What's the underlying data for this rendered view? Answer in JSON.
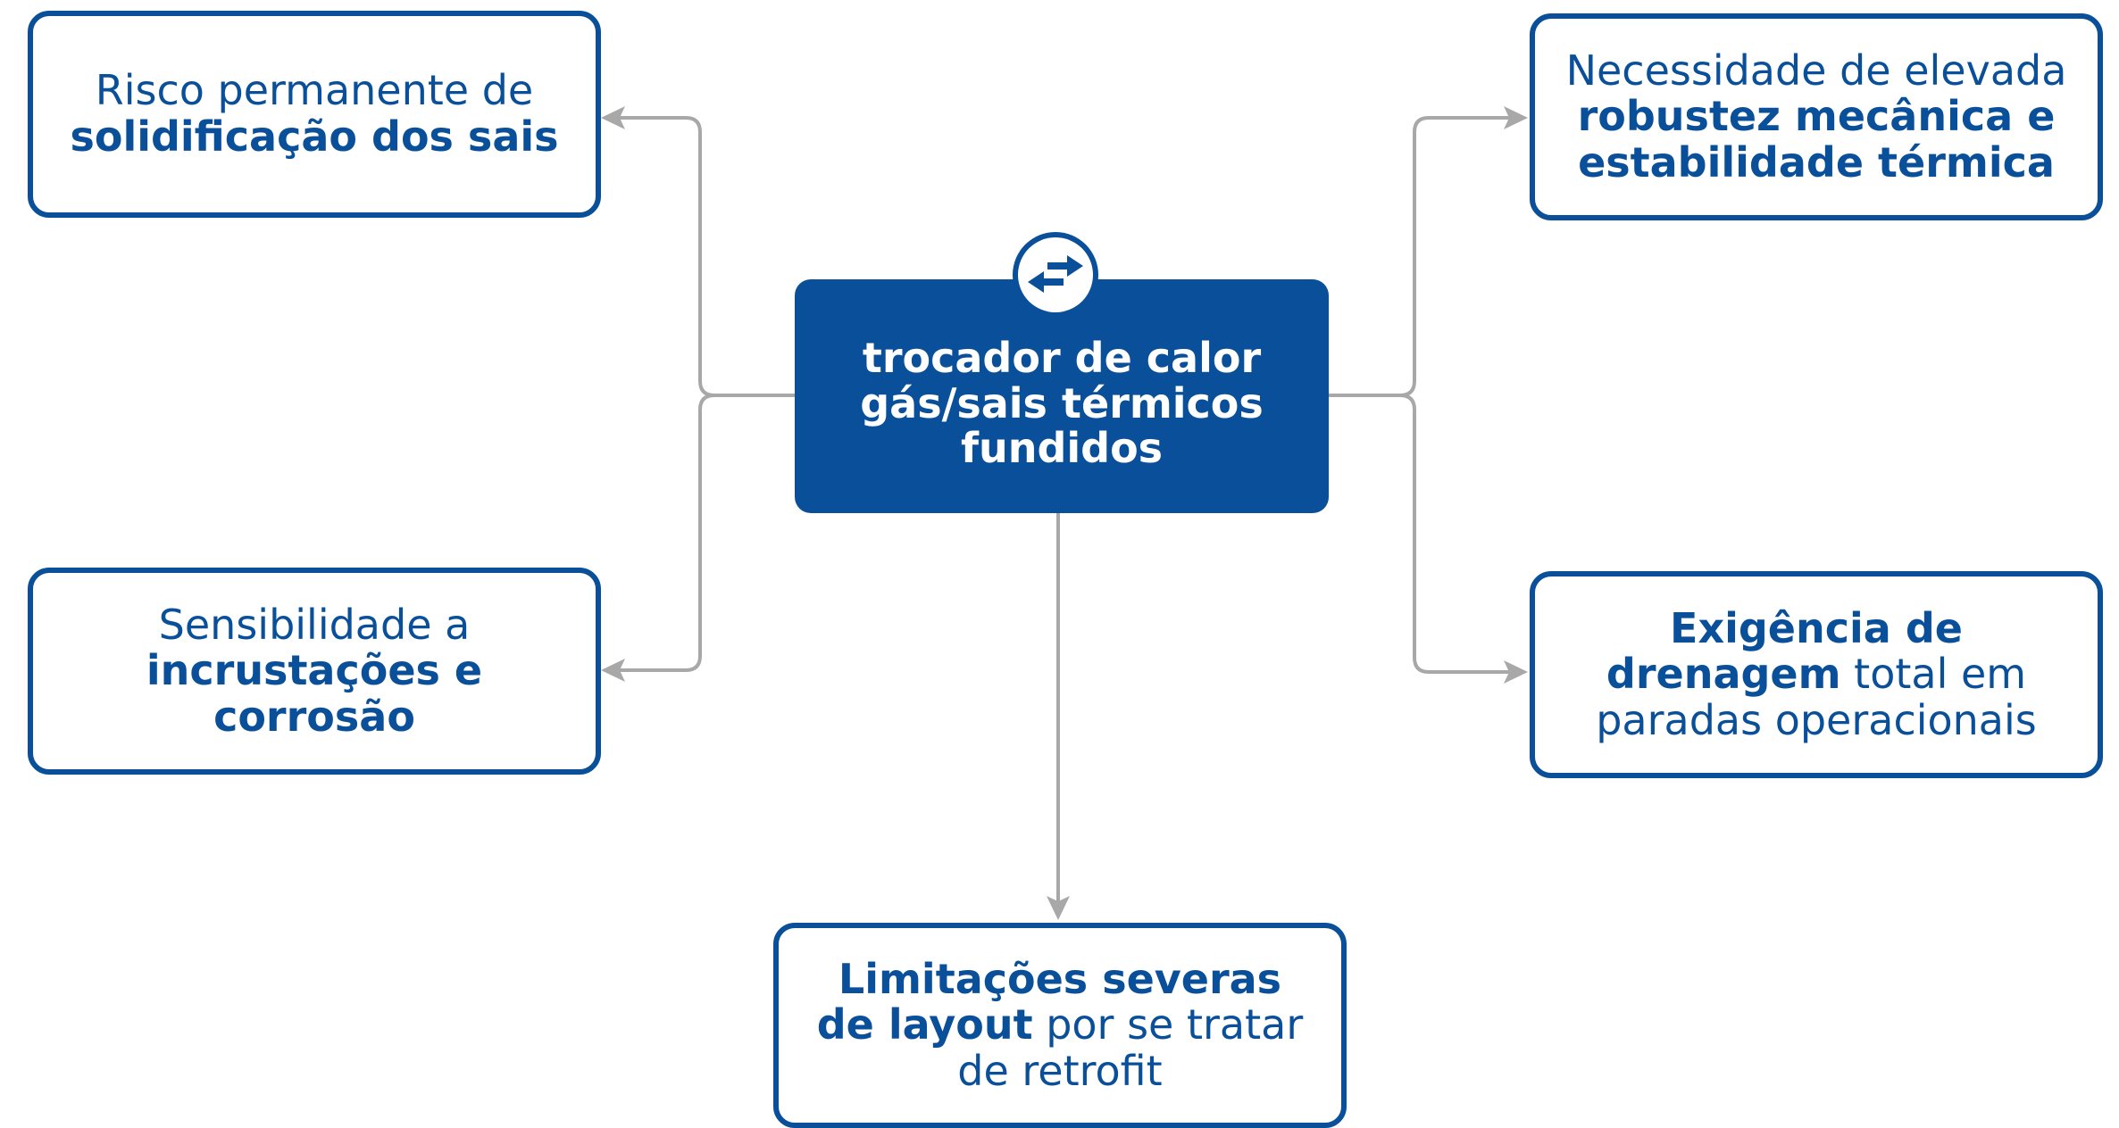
{
  "center": {
    "lines": [
      "trocador de calor",
      "gás/sais térmicos",
      "fundidos"
    ]
  },
  "nodes": {
    "top_left": {
      "lines": [
        {
          "normal": "Risco permanente de",
          "bold": ""
        },
        {
          "normal": "",
          "bold": "solidificação dos sais"
        }
      ]
    },
    "top_right": {
      "lines": [
        {
          "normal": "Necessidade de elevada",
          "bold": ""
        },
        {
          "normal": "",
          "bold": "robustez mecânica e"
        },
        {
          "normal": "",
          "bold": "estabilidade térmica"
        }
      ]
    },
    "mid_left": {
      "lines": [
        {
          "normal": "Sensibilidade a",
          "bold": ""
        },
        {
          "normal": "",
          "bold": "incrustações e"
        },
        {
          "normal": "",
          "bold": "corrosão"
        }
      ]
    },
    "mid_right": {
      "line1_bold": "Exigência de",
      "line2_bold": "drenagem",
      "line2_normal": " total em",
      "line3_normal": "paradas operacionais"
    },
    "bottom": {
      "line1_bold": "Limitações severas",
      "line2_bold": "de layout",
      "line2_normal": " por se tratar",
      "line3_normal": "de retrofit"
    }
  },
  "icons": {
    "center_badge": "swap-arrows-icon"
  },
  "colors": {
    "primary": "#0a4f99",
    "connector": "#a8a8a8",
    "background": "#ffffff"
  }
}
